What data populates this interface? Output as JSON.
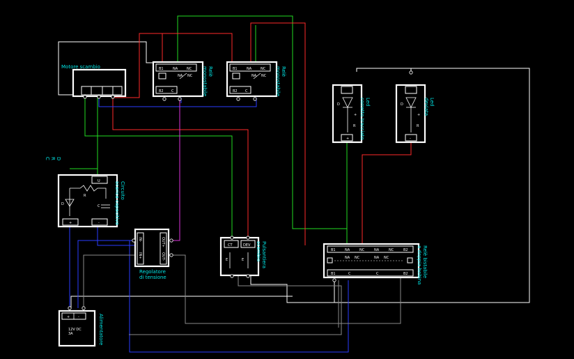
{
  "labels": {
    "motor_title": "Motore scambio",
    "relay1_title": "Relè\nmonostabile",
    "relay2_title": "Relè\nmonostabile",
    "led_left_title": "Led\ncorretto tracciato",
    "led_right_title": "Led\ndeviata",
    "circuit_title": "Circuito\nscarica capacitiva",
    "regulator_title": "Regolatore\ndi tensione",
    "pulsantiera_title": "Pulsantiera\nscambio",
    "bistable_title": "Relè bistabile\na doppia bobina",
    "psu_title": "Alimentatore",
    "psu_spec": "12V DC\n3A",
    "side_labels": "D\nR\nC"
  },
  "terminals": {
    "relay": [
      "B1",
      "NA",
      "NC",
      "B2",
      "C"
    ],
    "bistable_top": [
      "B1",
      "NA",
      "NC",
      "NA",
      "NC",
      "B2"
    ],
    "bistable_bottom": [
      "B1",
      "C",
      "C",
      "B2"
    ],
    "circuit": [
      "U",
      "+",
      "-"
    ],
    "pulsantiera": [
      "CT",
      "DEV"
    ],
    "regulator": [
      "IN-",
      "IN+",
      "OUT+",
      "OUT-"
    ],
    "psu": [
      "+",
      "-"
    ],
    "led": [
      "+",
      "-"
    ]
  },
  "symbols": {
    "D": "D",
    "R": "R",
    "C": "C",
    "E": "E",
    "NA": "NA",
    "NC": "NC",
    "plus": "+",
    "minus": "-"
  },
  "colors": {
    "white": "#ffffff",
    "red": "#ff2a2a",
    "green": "#22dd22",
    "blue": "#2a3cff",
    "magenta": "#dd33dd",
    "gray": "#8a8a8a",
    "cyan": "#00e5e5"
  }
}
